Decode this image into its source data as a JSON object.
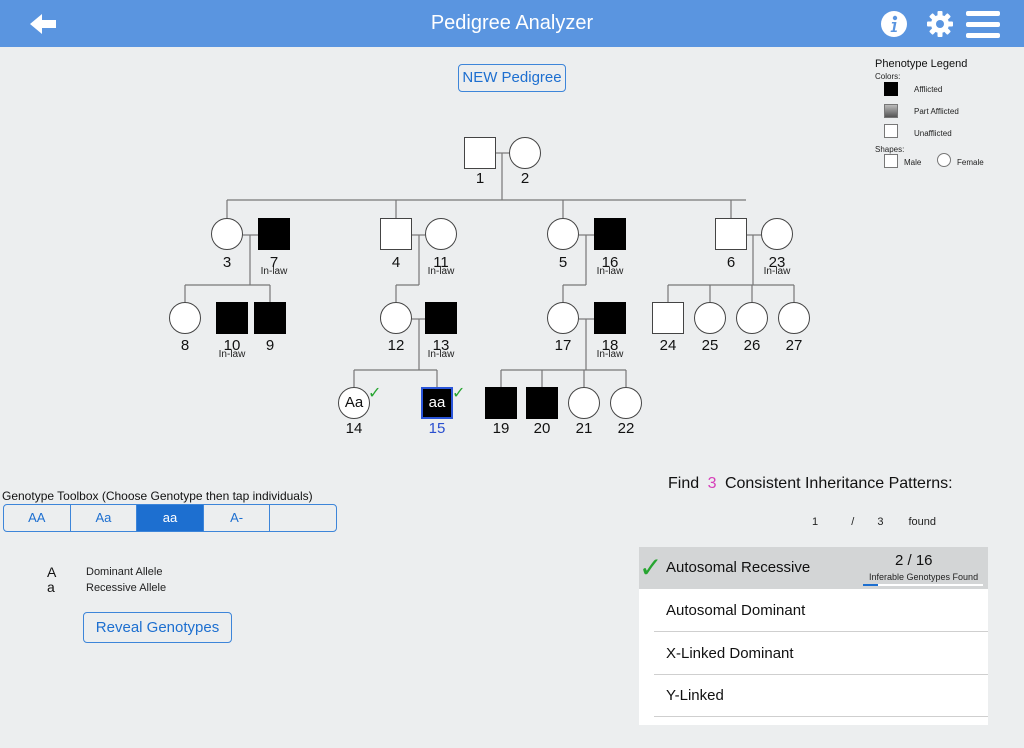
{
  "header": {
    "title": "Pedigree Analyzer"
  },
  "new_pedigree_label": "NEW Pedigree",
  "legend": {
    "title": "Phenotype Legend",
    "colors_label": "Colors:",
    "afflicted": "Afflicted",
    "part_afflicted": "Part Afflicted",
    "unafflicted": "Unafflicted",
    "shapes_label": "Shapes:",
    "male": "Male",
    "female": "Female"
  },
  "pedigree": {
    "inlaw_label": "In-law",
    "individuals": {
      "1": {
        "num": "1"
      },
      "2": {
        "num": "2"
      },
      "3": {
        "num": "3"
      },
      "7": {
        "num": "7"
      },
      "4": {
        "num": "4"
      },
      "11": {
        "num": "11"
      },
      "5": {
        "num": "5"
      },
      "16": {
        "num": "16"
      },
      "6": {
        "num": "6"
      },
      "23": {
        "num": "23"
      },
      "8": {
        "num": "8"
      },
      "10": {
        "num": "10"
      },
      "9": {
        "num": "9"
      },
      "12": {
        "num": "12"
      },
      "13": {
        "num": "13"
      },
      "17": {
        "num": "17"
      },
      "18": {
        "num": "18"
      },
      "24": {
        "num": "24"
      },
      "25": {
        "num": "25"
      },
      "26": {
        "num": "26"
      },
      "27": {
        "num": "27"
      },
      "14": {
        "num": "14",
        "genotype": "Aa"
      },
      "15": {
        "num": "15",
        "genotype": "aa"
      },
      "19": {
        "num": "19"
      },
      "20": {
        "num": "20"
      },
      "21": {
        "num": "21"
      },
      "22": {
        "num": "22"
      }
    }
  },
  "toolbox": {
    "title": "Genotype Toolbox (Choose Genotype then tap individuals)",
    "options": [
      "AA",
      "Aa",
      "aa",
      "A-",
      ""
    ],
    "selected": "aa"
  },
  "alleles": [
    {
      "symbol": "A",
      "label": "Dominant Allele"
    },
    {
      "symbol": "a",
      "label": "Recessive Allele"
    }
  ],
  "reveal_label": "Reveal Genotypes",
  "find": {
    "prefix": "Find",
    "count": "3",
    "suffix": "Consistent Inheritance Patterns:"
  },
  "found": {
    "current": "1",
    "slash": "/",
    "total": "3",
    "label": "found"
  },
  "patterns": [
    {
      "label": "Autosomal Recessive",
      "solved": true,
      "score": "2 / 16",
      "score_label": "Inferable Genotypes Found",
      "progress": 0.125
    },
    {
      "label": "Autosomal Dominant"
    },
    {
      "label": "X-Linked Dominant"
    },
    {
      "label": "Y-Linked"
    }
  ],
  "colors": {
    "header": "#5a95e0",
    "accent": "#1d6fd0",
    "check": "#27a531",
    "count": "#d63fb9"
  }
}
